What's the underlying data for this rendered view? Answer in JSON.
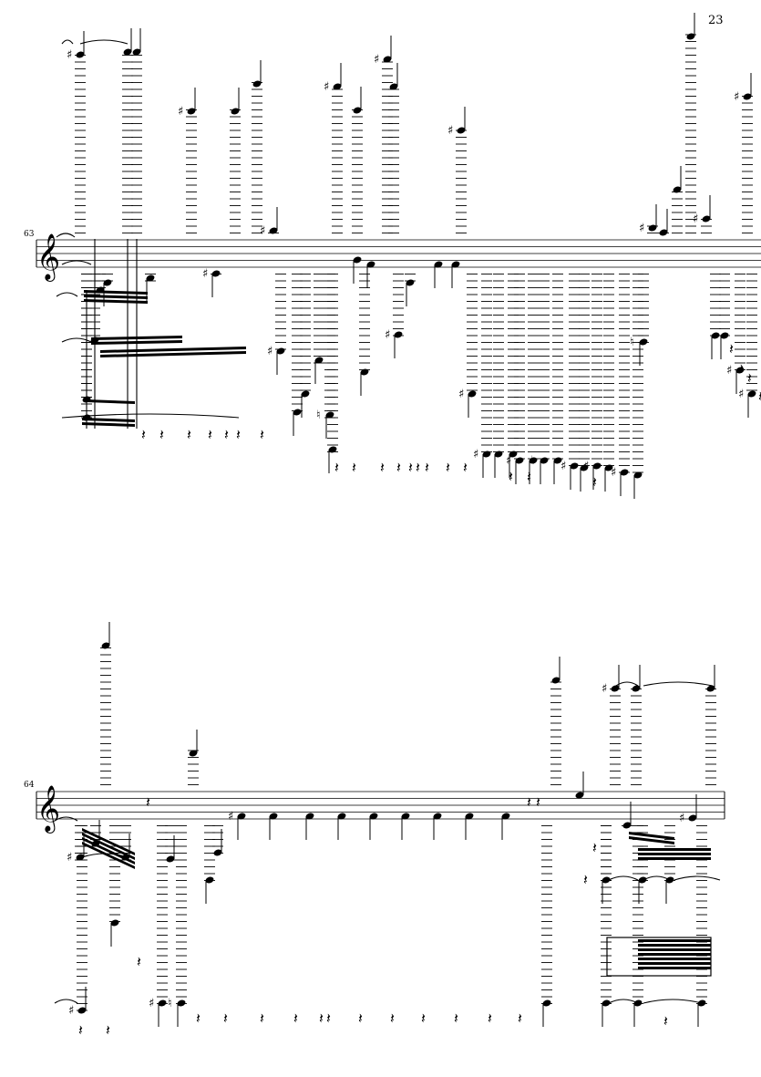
{
  "page": {
    "page_number": "23",
    "systems": [
      {
        "measure_number": "63"
      },
      {
        "measure_number": "64"
      }
    ]
  },
  "glyphs": {
    "treble_clef": "𝄞",
    "sharp": "♯",
    "natural": "♮",
    "rest": "𝄽"
  },
  "colors": {
    "ink": "#000000",
    "paper": "#ffffff"
  }
}
